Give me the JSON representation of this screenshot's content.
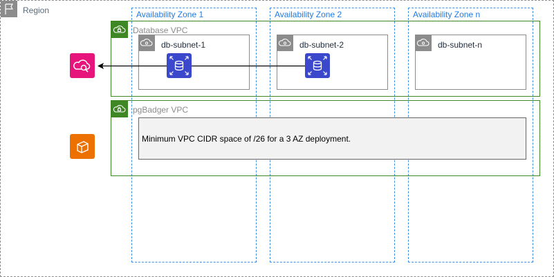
{
  "region": {
    "label": "Region",
    "icon": "region-flag-icon"
  },
  "availability_zones": [
    {
      "label": "Availability Zone 1"
    },
    {
      "label": "Availability Zone 2"
    },
    {
      "label": "Availability Zone n"
    }
  ],
  "vpcs": {
    "database": {
      "label": "Database VPC",
      "icon": "vpc-cloud-lock-icon"
    },
    "pgbadger": {
      "label": "pgBadger VPC",
      "icon": "vpc-cloud-lock-icon"
    }
  },
  "subnets": [
    {
      "label": "db-subnet-1",
      "icon": "subnet-lock-icon"
    },
    {
      "label": "db-subnet-2",
      "icon": "subnet-lock-icon"
    },
    {
      "label": "db-subnet-n",
      "icon": "subnet-lock-icon"
    }
  ],
  "note": {
    "text": "Minimum VPC CIDR space of /26 for a 3 AZ deployment."
  },
  "services": {
    "cloudwatch": {
      "icon": "cloudwatch-icon",
      "color": "#e7157b"
    },
    "compute": {
      "icon": "compute-box-icon",
      "color": "#ed7100"
    },
    "rds": {
      "icon": "rds-database-icon",
      "color": "#3b48cc"
    }
  },
  "colors": {
    "region_border": "#8c8c8c",
    "az_border": "#3f8ee6",
    "az_text": "#1f7ae0",
    "vpc_green": "#3f8624",
    "subnet_border": "#8c8c8c"
  }
}
